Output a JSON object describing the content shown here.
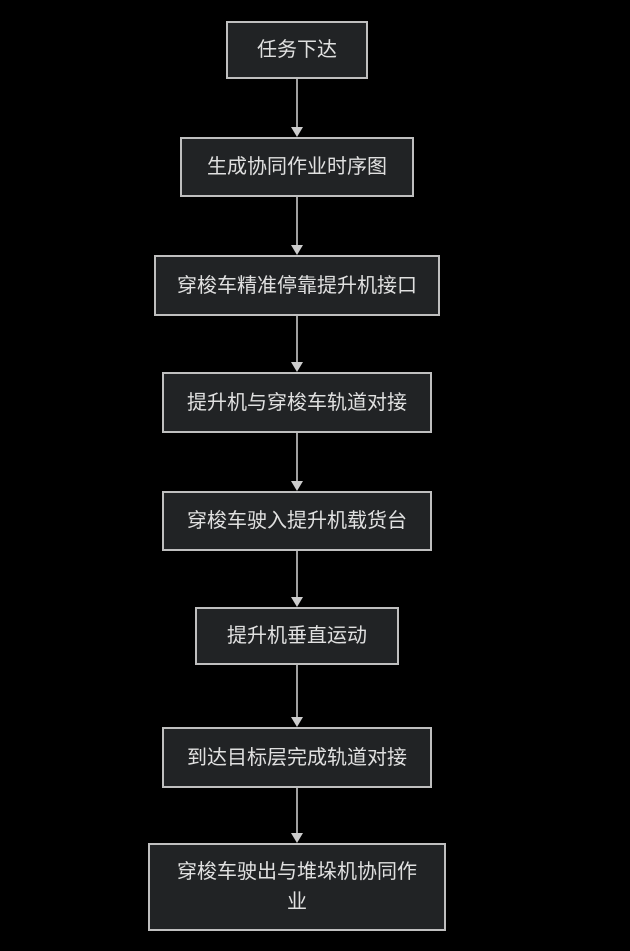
{
  "diagram": {
    "type": "flowchart",
    "direction": "top-down",
    "background_color": "#000000",
    "node_fill_color": "#212325",
    "node_border_color": "#bfbfbf",
    "node_text_color": "#e0e0e0",
    "arrow_line_color": "#a0a0a0",
    "arrowhead_color": "#cccccc",
    "nodes": [
      {
        "id": "n1",
        "label": "任务下达"
      },
      {
        "id": "n2",
        "label": "生成协同作业时序图"
      },
      {
        "id": "n3",
        "label": "穿梭车精准停靠提升机接口"
      },
      {
        "id": "n4",
        "label": "提升机与穿梭车轨道对接"
      },
      {
        "id": "n5",
        "label": "穿梭车驶入提升机载货台"
      },
      {
        "id": "n6",
        "label": "提升机垂直运动"
      },
      {
        "id": "n7",
        "label": "到达目标层完成轨道对接"
      },
      {
        "id": "n8",
        "label": "穿梭车驶出与堆垛机协同作业"
      }
    ],
    "edges": [
      {
        "from": "n1",
        "to": "n2"
      },
      {
        "from": "n2",
        "to": "n3"
      },
      {
        "from": "n3",
        "to": "n4"
      },
      {
        "from": "n4",
        "to": "n5"
      },
      {
        "from": "n5",
        "to": "n6"
      },
      {
        "from": "n6",
        "to": "n7"
      },
      {
        "from": "n7",
        "to": "n8"
      }
    ]
  }
}
